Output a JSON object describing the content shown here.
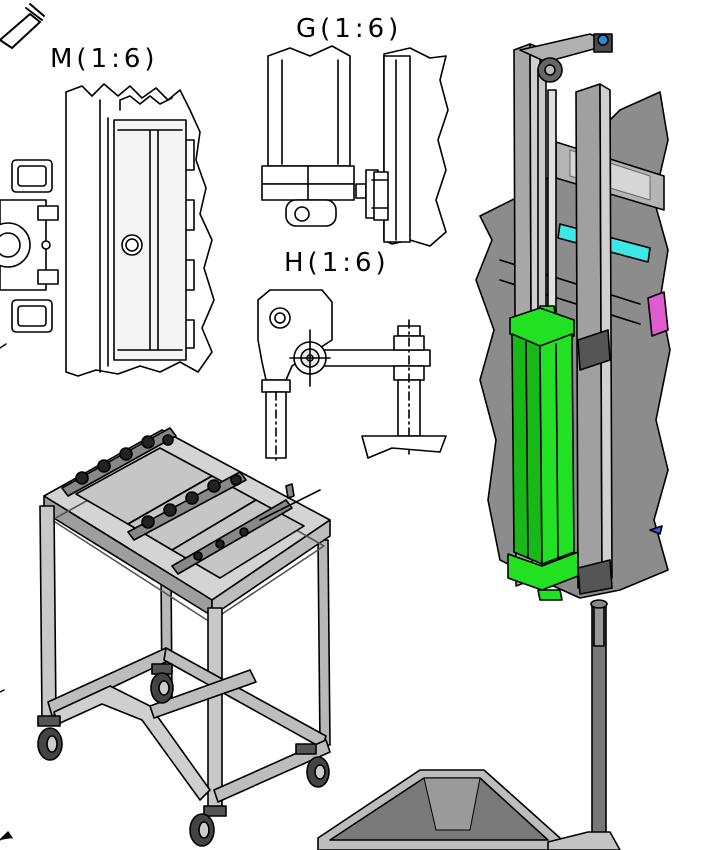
{
  "drawing": {
    "views": [
      {
        "id": "M",
        "label": "M(1:6)"
      },
      {
        "id": "G",
        "label": "G(1:6)"
      },
      {
        "id": "H",
        "label": "H(1:6)"
      }
    ]
  },
  "colors": {
    "line": "#000000",
    "steel_light": "#d9d9d9",
    "steel_mid": "#a8a8a8",
    "steel_dark": "#6f6f6f",
    "wall": "#8c8c8c",
    "cylinder_green": "#22e022",
    "cyan_part": "#3fe6e6",
    "magenta_part": "#e05bd0",
    "blue_part": "#3060ff"
  },
  "icons": [
    "section-view-arrow-icon"
  ]
}
